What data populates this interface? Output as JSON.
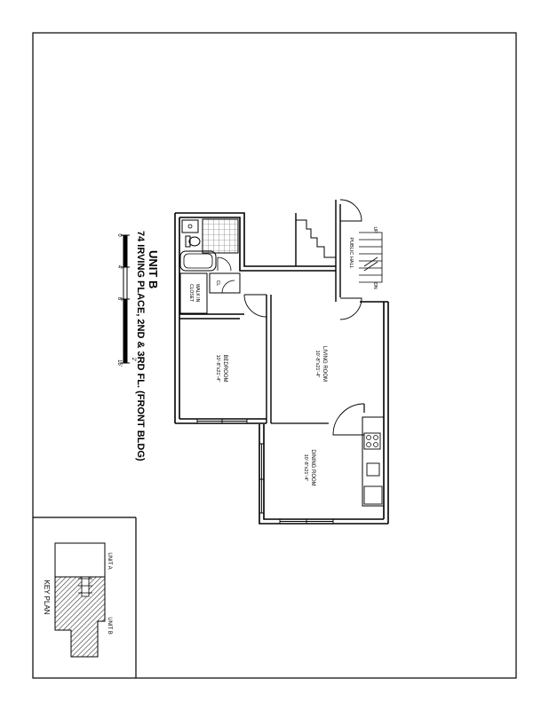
{
  "title_block": {
    "unit": "UNIT B",
    "address": "74 IRVING PLACE, 2ND & 3RD FL. (FRONT BLDG)"
  },
  "scale_bar": {
    "ticks": [
      "0",
      "4'",
      "8'",
      "16'"
    ],
    "mid_note": "2'"
  },
  "rooms": {
    "bedroom": {
      "name": "BEDROOM",
      "size": "10'-8\"x21'-4\""
    },
    "living": {
      "name": "LIVING ROOM",
      "size": "10'-8\"x21'-4\""
    },
    "dining": {
      "name": "DINING ROOM",
      "size": "10'-8\"x21'-4\""
    },
    "walk_in": {
      "name_line1": "WALK IN",
      "name_line2": "CLOSET"
    },
    "closet": "CL",
    "public_hall": "PUBLIC HALL",
    "stair_up": "UP",
    "stair_dn": "DN"
  },
  "key_plan": {
    "title": "KEY PLAN",
    "unit_a": "UNIT A",
    "unit_b": "UNIT B"
  }
}
